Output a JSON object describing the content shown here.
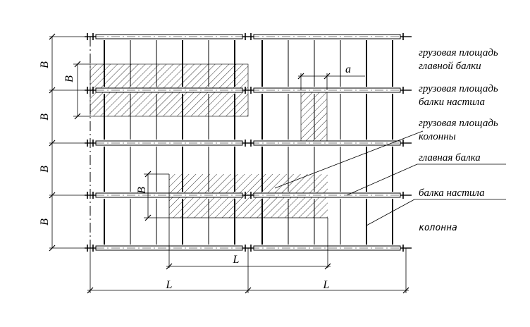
{
  "diagram": {
    "dimensions": {
      "B": "B",
      "L": "L",
      "a": "a"
    },
    "labels": {
      "main_beam_area_line1": "грузовая площадь",
      "main_beam_area_line2": "главной балки",
      "deck_beam_area_line1": "грузовая площадь",
      "deck_beam_area_line2": "балки настила",
      "column_area_line1": "грузовая площадь",
      "column_area_line2": "колонны",
      "main_beam": "главная балка",
      "deck_beam": "балка настила",
      "column": "колонна"
    },
    "colors": {
      "ink": "#000000",
      "background": "#ffffff"
    }
  }
}
